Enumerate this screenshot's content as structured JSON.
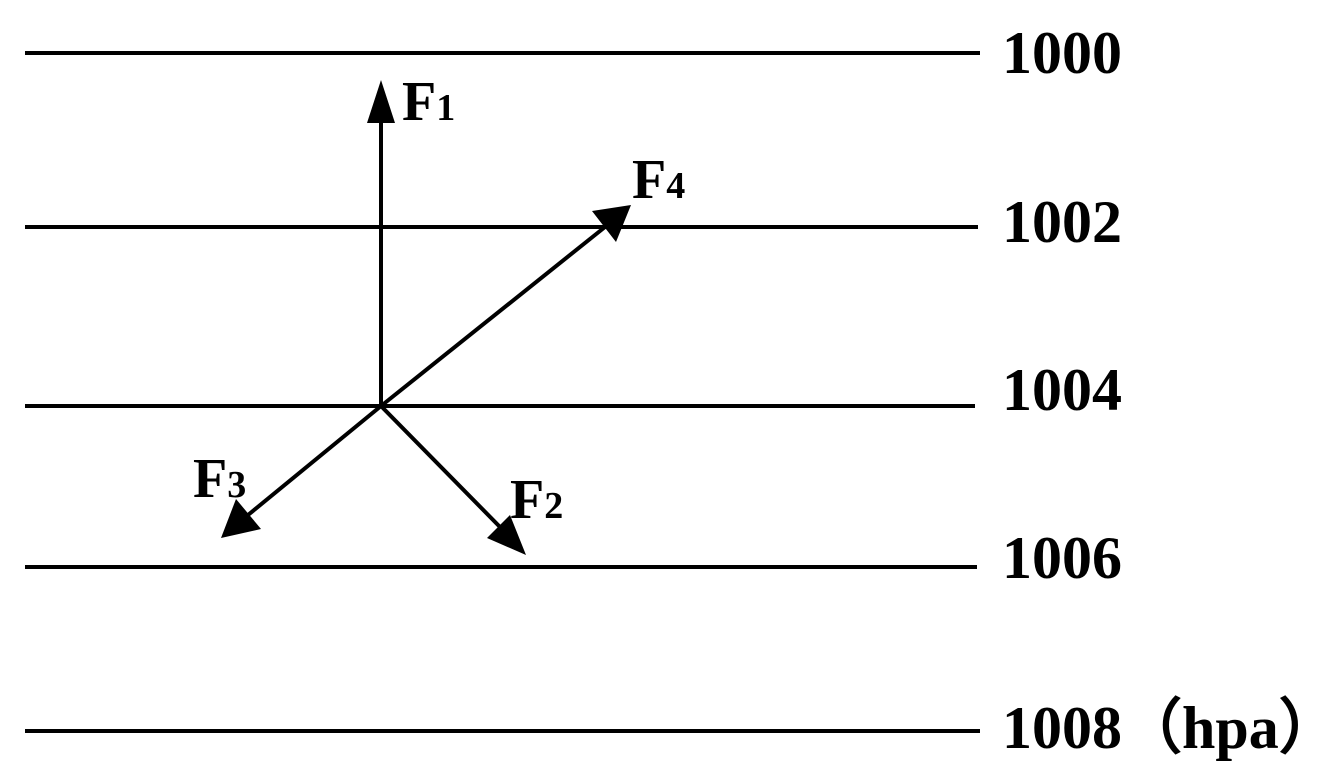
{
  "isobars": [
    {
      "label": "1000"
    },
    {
      "label": "1002"
    },
    {
      "label": "1004"
    },
    {
      "label": "1006"
    },
    {
      "label": "1008"
    }
  ],
  "unit": "（hpa）",
  "forces": [
    {
      "letter": "F",
      "sub": "1"
    },
    {
      "letter": "F",
      "sub": "2"
    },
    {
      "letter": "F",
      "sub": "3"
    },
    {
      "letter": "F",
      "sub": "4"
    }
  ]
}
